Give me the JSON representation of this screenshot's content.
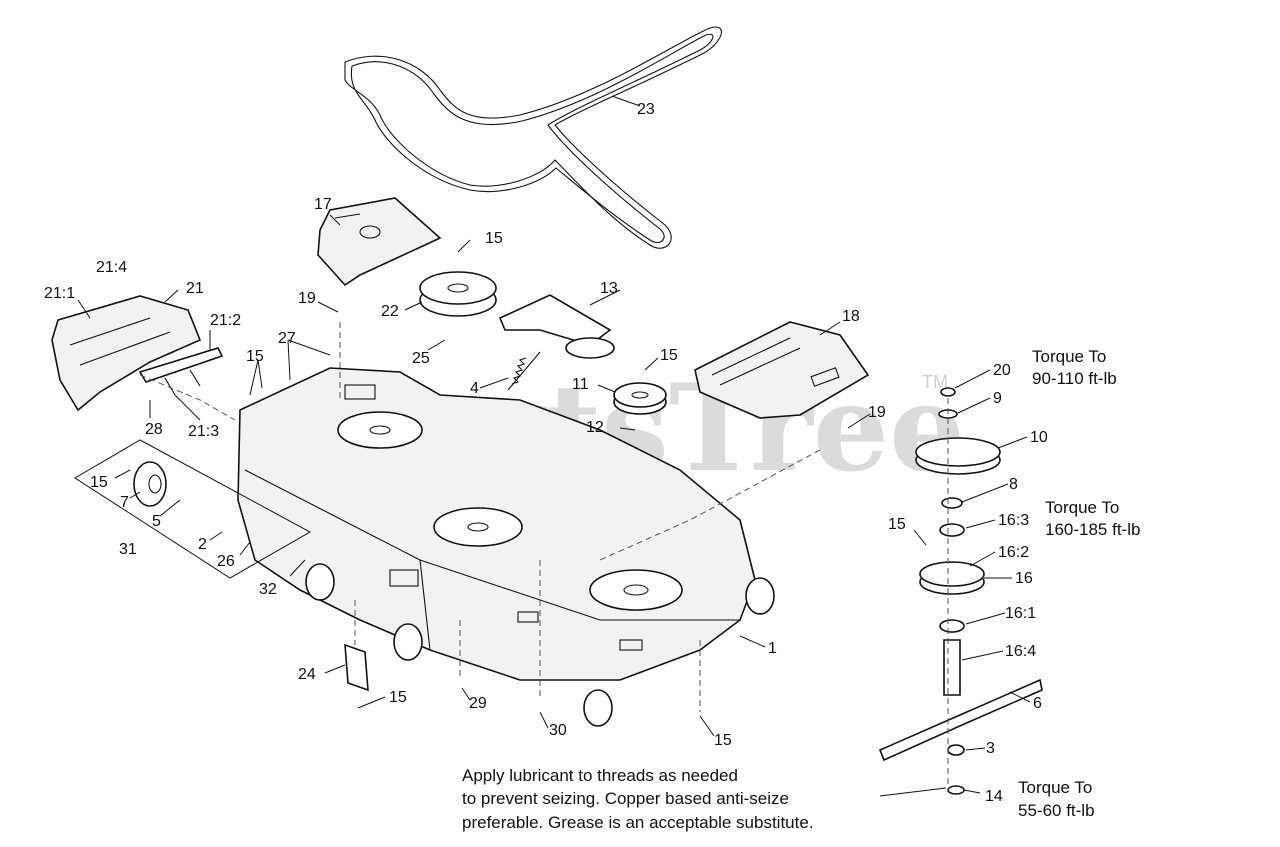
{
  "watermark": {
    "text": "PartsTree",
    "trademark": "TM"
  },
  "callouts": {
    "c23": "23",
    "c17": "17",
    "c15a": "15",
    "c22": "22",
    "c19a": "19",
    "c13": "13",
    "c21_4": "21:4",
    "c21_1": "21:1",
    "c21": "21",
    "c21_2": "21:2",
    "c27": "27",
    "c15b": "15",
    "c25": "25",
    "c4": "4",
    "c15c": "15",
    "c11": "11",
    "c12": "12",
    "c18": "18",
    "c19b": "19",
    "c28": "28",
    "c21_3": "21:3",
    "c15d": "15",
    "c7": "7",
    "c5": "5",
    "c31": "31",
    "c2": "2",
    "c26": "26",
    "c32": "32",
    "c24": "24",
    "c15e": "15",
    "c29": "29",
    "c30": "30",
    "c15f": "15",
    "c1": "1",
    "c20": "20",
    "c9": "9",
    "c10": "10",
    "c8": "8",
    "c16_3": "16:3",
    "c15g": "15",
    "c16_2": "16:2",
    "c16": "16",
    "c16_1": "16:1",
    "c16_4": "16:4",
    "c6": "6",
    "c3": "3",
    "c14": "14"
  },
  "torque_notes": {
    "n1_line1": "Torque To",
    "n1_line2": "90-110 ft-lb",
    "n2_line1": "Torque To",
    "n2_line2": "160-185 ft-lb",
    "n3_line1": "Torque To",
    "n3_line2": "55-60 ft-lb"
  },
  "lubricant_note": {
    "line1": "Apply lubricant to threads as needed",
    "line2": "to prevent seizing. Copper based anti-seize",
    "line3": "preferable. Grease is an acceptable substitute."
  },
  "colors": {
    "line": "#111111",
    "watermark": "#cfcfcf",
    "background": "#ffffff"
  }
}
